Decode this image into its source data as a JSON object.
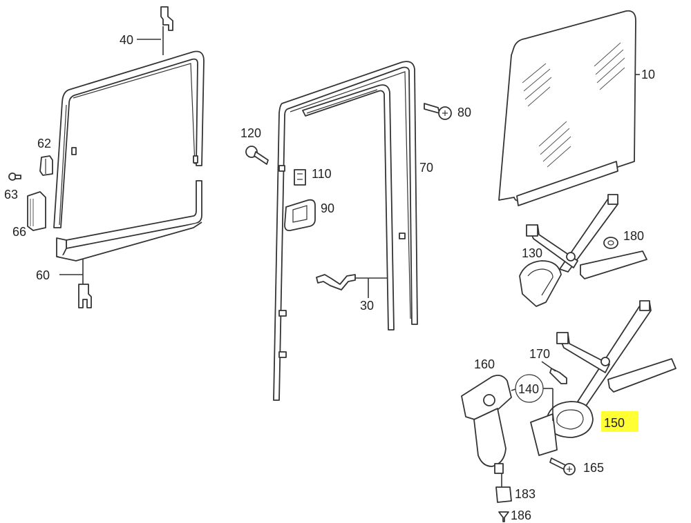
{
  "callouts": {
    "c10": "10",
    "c30": "30",
    "c40": "40",
    "c60": "60",
    "c62": "62",
    "c63": "63",
    "c66": "66",
    "c70": "70",
    "c80": "80",
    "c90": "90",
    "c110": "110",
    "c120": "120",
    "c130": "130",
    "c140": "140",
    "c150": "150",
    "c160": "160",
    "c165": "165",
    "c170": "170",
    "c180": "180",
    "c183": "183",
    "c186": "186"
  },
  "colors": {
    "line": "#333333",
    "highlight": "#ffff33"
  }
}
